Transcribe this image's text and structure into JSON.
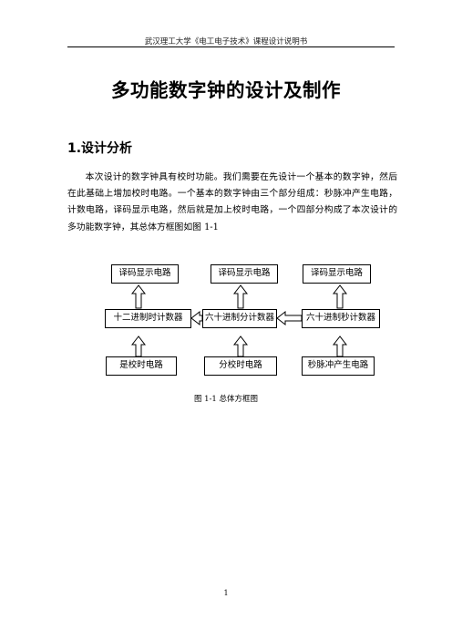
{
  "header": {
    "text": "武汉理工大学《电工电子技术》课程设计说明书"
  },
  "title": "多功能数字钟的设计及制作",
  "section": {
    "heading": "1.设计分析"
  },
  "paragraph": "本次设计的数字钟具有校时功能。我们需要在先设计一个基本的数字钟，然后在此基础上增加校时电路。一个基本的数字钟由三个部分组成：秒脉冲产生电路，计数电路，译码显示电路，然后就是加上校时电路，一个四部分构成了本次设计的多功能数字钟，其总体方框图如图 1-1",
  "diagram": {
    "top_row": [
      "译码显示电路",
      "译码显示电路",
      "译码显示电路"
    ],
    "middle_row": [
      "十二进制时计数器",
      "六十进制分计数器",
      "六十进制秒计数器"
    ],
    "bottom_row": [
      "是校时电路",
      "分校时电路",
      "秒脉冲产生电路"
    ]
  },
  "caption": "图 1-1   总体方框图",
  "page_number": "1"
}
